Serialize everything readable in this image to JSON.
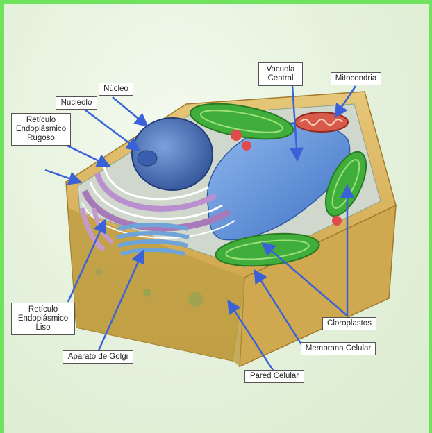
{
  "labels": {
    "nucleo": "Núcleo",
    "nucleolo": "Nucleolo",
    "ret_rugoso": "Retículo\nEndoplásmico\nRugoso",
    "vacuola": "Vacuola\nCentral",
    "mitocondria": "Mitocondria",
    "ret_liso": "Retículo\nEndoplásmico\nLiso",
    "cloroplastos": "Cloroplastos",
    "golgi": "Aparato de Golgi",
    "membrana": "Membrana Celular",
    "pared": "Pared Celular"
  },
  "colors": {
    "frame_border": "#6fe35e",
    "arrow": "#3a62d8",
    "cell_wall": "#d9b15a",
    "chloroplast": "#3fae3a",
    "vacuole": "#5a8fd6",
    "nucleus": "#4a6fb0",
    "er": "#a779b8",
    "mitochondria": "#d85a4a"
  }
}
